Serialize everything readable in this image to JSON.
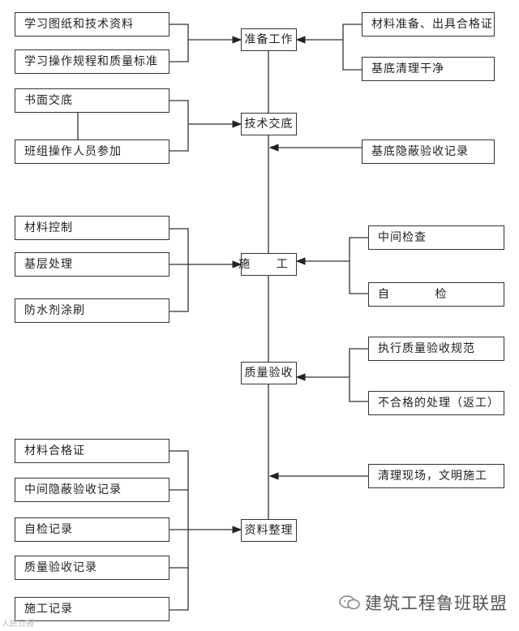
{
  "left": {
    "study_drawings": "学习图纸和技术资料",
    "study_rules": "学习操作规程和质量标准",
    "written_briefing": "书面交底",
    "team_join": "班组操作人员参加",
    "material_control": "材料控制",
    "base_treatment": "基层处理",
    "waterproof_brush": "防水剂涂刷",
    "material_cert": "材料合格证",
    "mid_concealed_record": "中间隐蔽验收记录",
    "self_check_record": "自检记录",
    "quality_accept_record": "质量验收记录",
    "construction_record": "施工记录"
  },
  "center": {
    "prep": "准备工作",
    "tech_briefing": "技术交底",
    "construction": "施 工",
    "quality_accept": "质量验收",
    "data_org": "资料整理"
  },
  "right": {
    "material_prep": "材料准备、出具合格证",
    "base_clean": "基底清理干净",
    "base_concealed_record": "基底隐蔽验收记录",
    "mid_inspect": "中间检查",
    "self_check": "自 检",
    "exec_norms": "执行质量验收规范",
    "nonconform": "不合格的处理（返工）",
    "site_clean": "清理现场，文明施工"
  },
  "watermark": {
    "text": "建筑工程鲁班联盟",
    "corner": "人民日报"
  }
}
